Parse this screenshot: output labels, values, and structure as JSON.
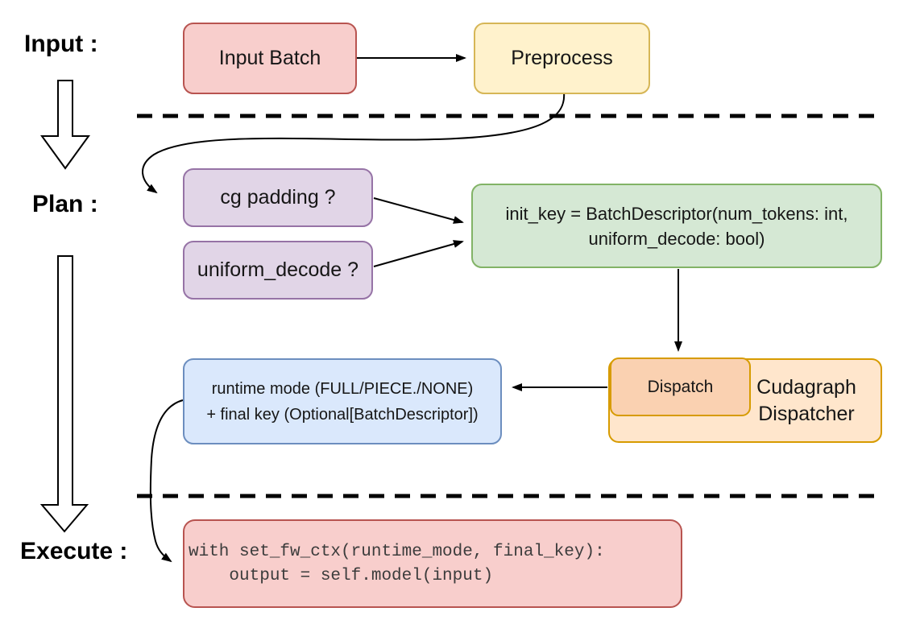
{
  "diagram": {
    "background": "#ffffff",
    "connector_color": "#000000",
    "stage_labels": [
      {
        "id": "input",
        "label": "Input :"
      },
      {
        "id": "plan",
        "label": "Plan :"
      },
      {
        "id": "execute",
        "label": "Execute :"
      }
    ],
    "nodes": {
      "input_batch": {
        "label": "Input Batch",
        "fill": "#F8CECC",
        "stroke": "#B85450"
      },
      "preprocess": {
        "label": "Preprocess",
        "fill": "#FFF2CC",
        "stroke": "#D6B656"
      },
      "cg_padding": {
        "label": "cg padding ?",
        "fill": "#E1D5E7",
        "stroke": "#9673A6"
      },
      "uniform_decode": {
        "label": "uniform_decode ?",
        "fill": "#E1D5E7",
        "stroke": "#9673A6"
      },
      "init_key": {
        "line1": "init_key = BatchDescriptor(num_tokens: int,",
        "line2": "uniform_decode: bool)",
        "fill": "#D5E8D4",
        "stroke": "#82B366"
      },
      "dispatch": {
        "label": "Dispatch",
        "fill": "#FAD1B1",
        "stroke": "#D79B00"
      },
      "cudagraph_dispatcher": {
        "line1": "Cudagraph",
        "line2": "Dispatcher",
        "fill": "#FFE6CC",
        "stroke": "#D79B00"
      },
      "runtime_mode": {
        "line1": "runtime mode (FULL/PIECE./NONE)",
        "line2": "+ final key (Optional[BatchDescriptor])",
        "fill": "#DAE8FC",
        "stroke": "#6C8EBF"
      },
      "execute_code": {
        "line1": "with set_fw_ctx(runtime_mode, final_key):",
        "line2": "    output = self.model(input)",
        "fill": "#F8CECC",
        "stroke": "#B85450"
      }
    }
  }
}
